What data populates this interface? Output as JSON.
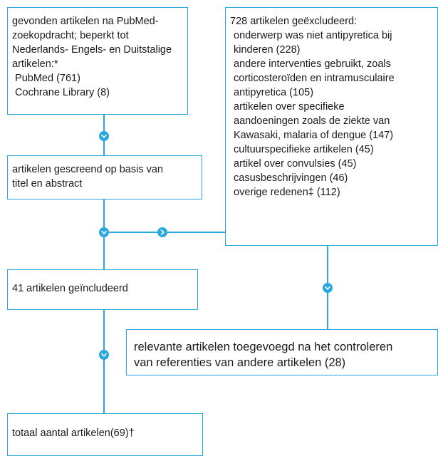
{
  "boxes": {
    "search": {
      "lines": [
        "gevonden artikelen na PubMed-",
        "zoekopdracht; beperkt tot",
        "Nederlands- Engels- en Duitstalige",
        "artikelen:*",
        " PubMed (761)",
        " Cochrane Library (8)"
      ]
    },
    "screened": {
      "lines": [
        "artikelen gescreend op basis van",
        "titel en abstract"
      ]
    },
    "excluded": {
      "lines": [
        "728 artikelen geëxcludeerd:",
        "onderwerp was niet antipyretica bij",
        "kinderen (228)",
        "andere interventies gebruikt, zoals",
        "corticosteroïden en intramusculaire",
        "antipyretica (105)",
        "artikelen over specifieke",
        "aandoeningen zoals de ziekte van",
        "Kawasaki, malaria of dengue (147)",
        "cultuurspecifieke artikelen (45)",
        "artikel over convulsies (45)",
        "casusbeschrijvingen (46)",
        "overige redenen‡ (112)"
      ]
    },
    "included": {
      "lines": [
        "41 artikelen geïncludeerd"
      ]
    },
    "added": {
      "lines": [
        "relevante artikelen toegevoegd na het controleren",
        "van referenties van andere artikelen (28)"
      ]
    },
    "total": {
      "lines": [
        "totaal aantal artikelen(69)†"
      ]
    }
  },
  "colors": {
    "accent": "#2aa7de",
    "text": "#1a1a1a",
    "background": "#ffffff"
  },
  "icons": {
    "flow_arrow_down": "chevron-down-icon",
    "flow_arrow_right": "chevron-right-icon"
  }
}
